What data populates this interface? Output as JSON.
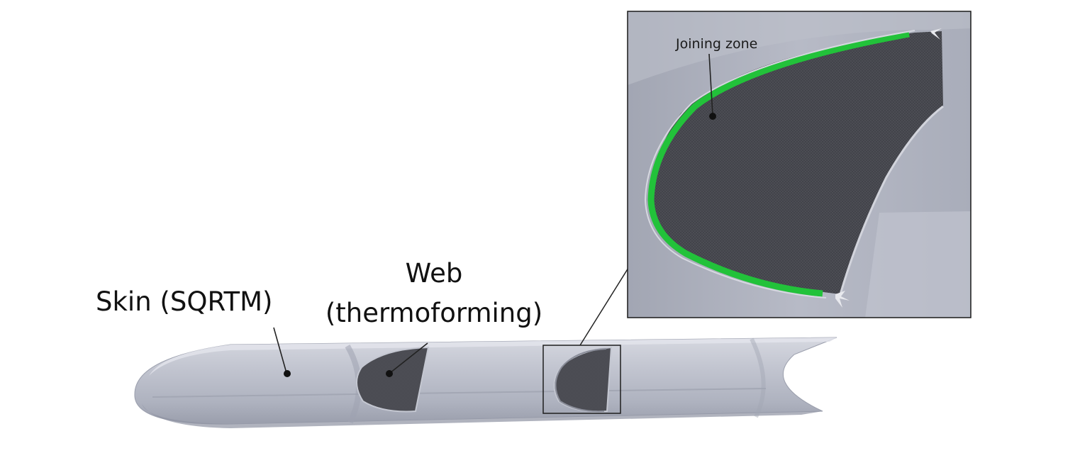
{
  "labels": {
    "skin": "Skin (SQRTM)",
    "web_line1": "Web",
    "web_line2": "(thermoforming)",
    "joining_zone": "Joining zone"
  },
  "colors": {
    "background": "#ffffff",
    "skin_surface": "#b9bcc8",
    "skin_shadow": "#8f93a2",
    "web_part": "#4a4a4f",
    "joining_zone": "#22c23a",
    "leader_line": "#222222"
  }
}
